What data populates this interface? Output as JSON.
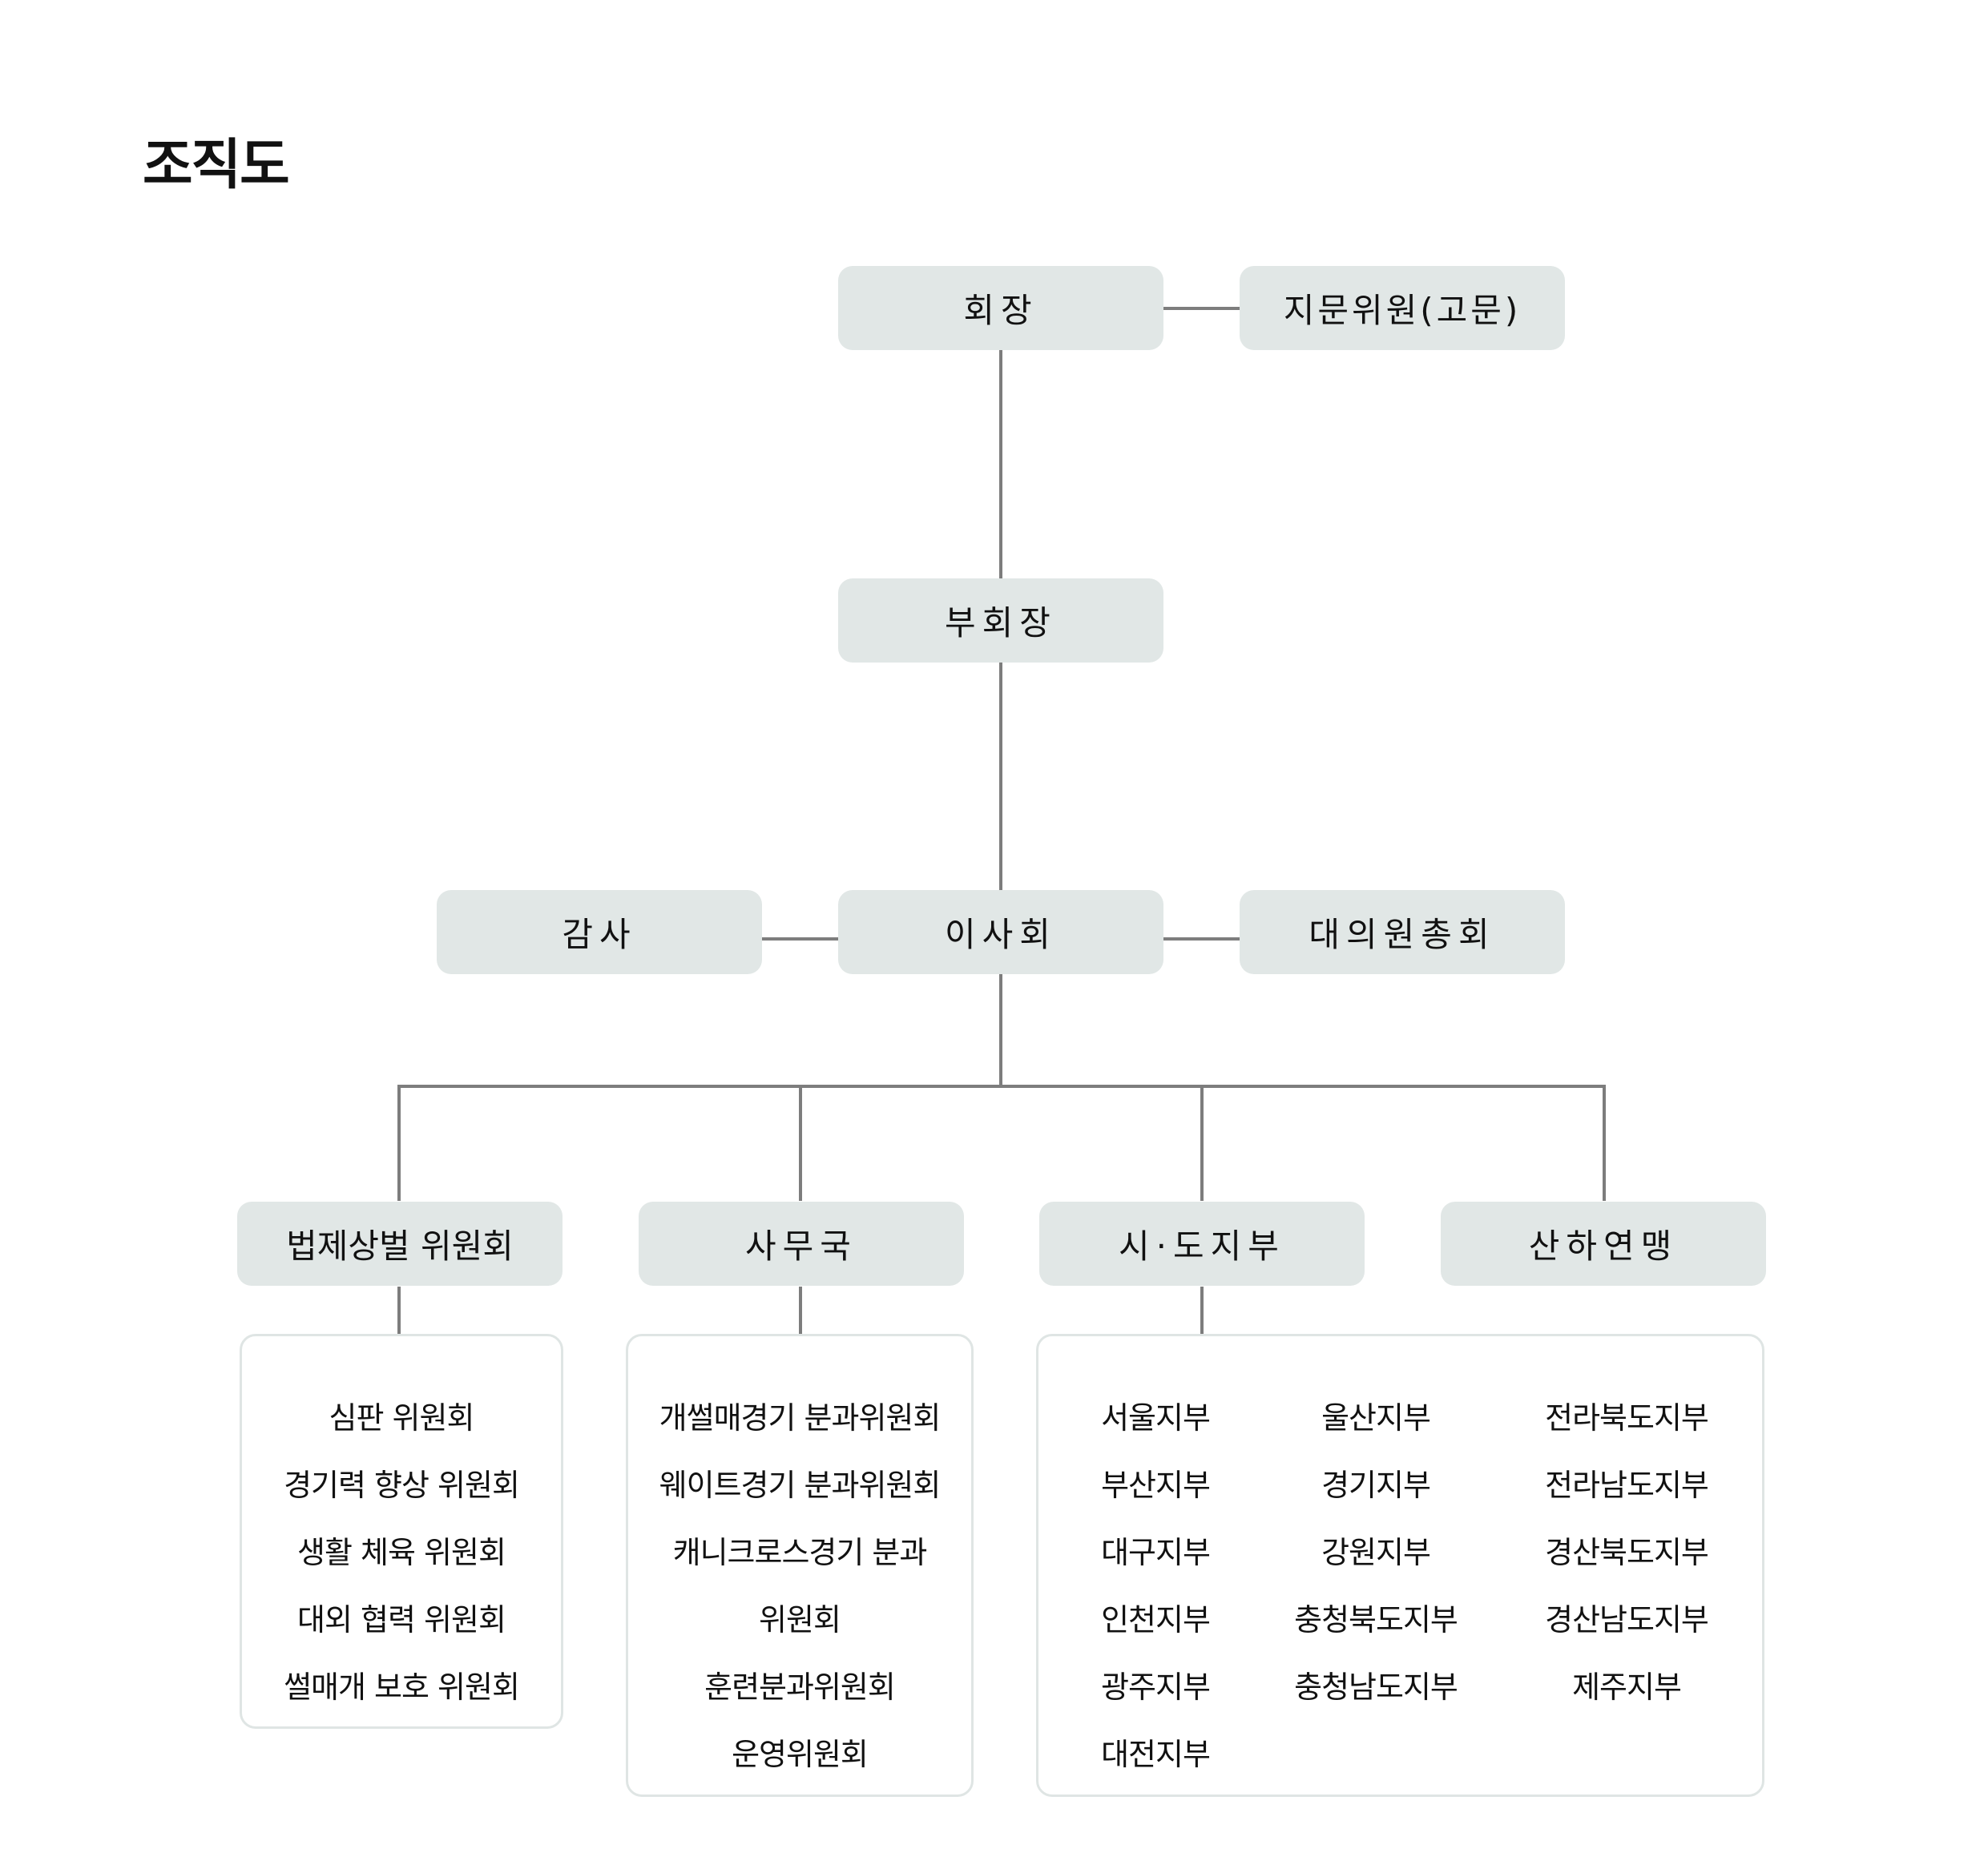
{
  "title": "조직도",
  "nodes": {
    "president": "회장",
    "advisor": "지문위원(고문)",
    "vice_president": "부회장",
    "auditor": "감사",
    "board": "이사회",
    "delegates": "대의원총회",
    "law_committee": "법제상벌 위원회",
    "secretariat": "사무국",
    "branches": "시·도지부",
    "affiliates": "산하연맹"
  },
  "law_committee_items": [
    "심판 위원회",
    "경기력 향상 위원회",
    "생활 체육 위원회",
    "대외 협력 위원회",
    "썰매개 보호 위원회"
  ],
  "secretariat_items": [
    "개썰매경기 분과위원회",
    "웨이트경기 분과위원회",
    "캐니크로스경기 분과",
    "위원회",
    "훈련분과위원회",
    "운영위원회"
  ],
  "branch_columns": [
    [
      "서울지부",
      "부산지부",
      "대구지부",
      "인천지부",
      "광주지부",
      "대전지부"
    ],
    [
      "울산지부",
      "경기지부",
      "강원지부",
      "충청북도지부",
      "충청남도지부"
    ],
    [
      "전라북도지부",
      "전라남도지부",
      "경산북도지부",
      "경산남도지부",
      "제주지부"
    ]
  ]
}
